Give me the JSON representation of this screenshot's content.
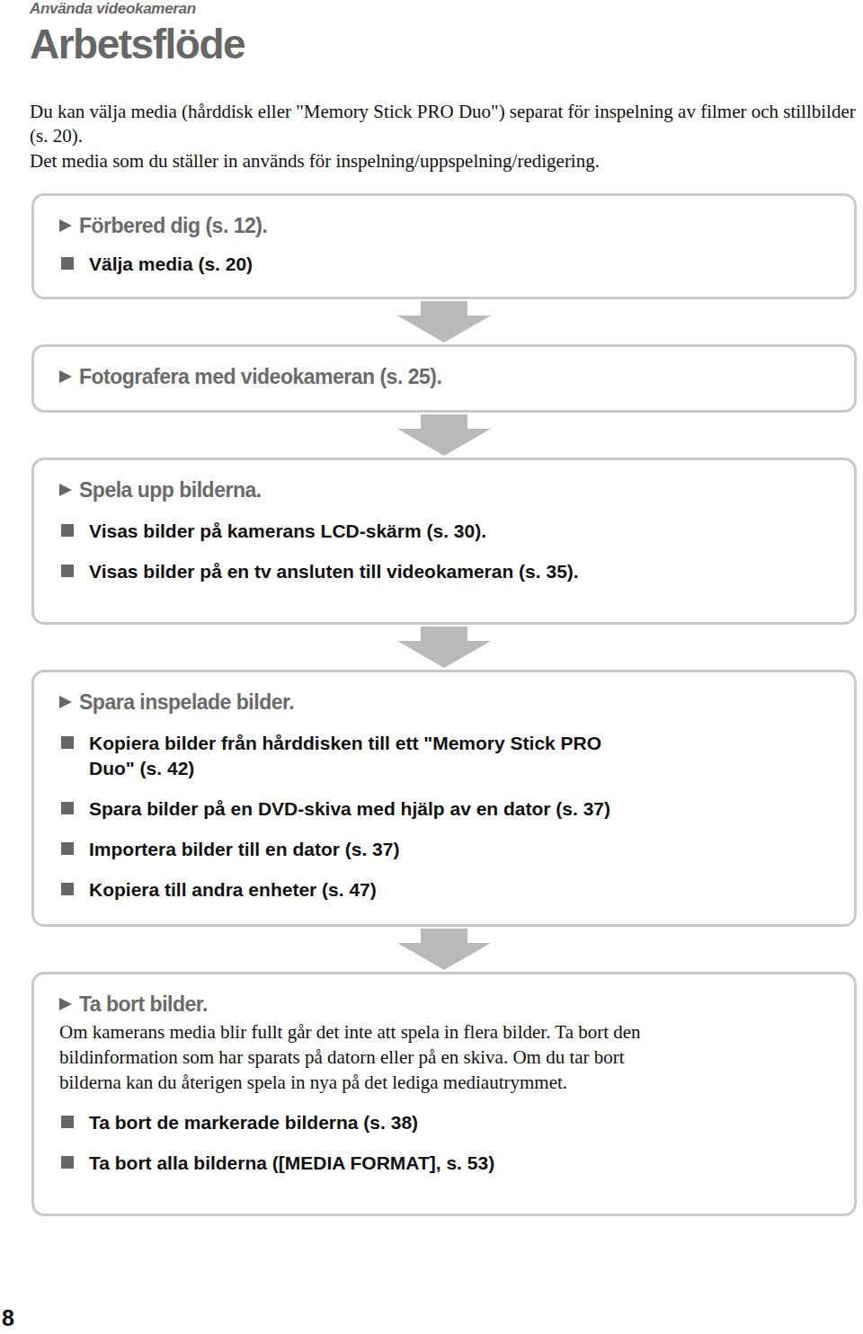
{
  "diagram": {
    "title": "Arbetsflöde",
    "nodes": [
      {
        "text": [
          "Förbered dig (s. 12).",
          "Välja media (s. 20)"
        ]
      },
      {
        "text": [
          "Fotografera med videokameran (s. 25)."
        ]
      },
      {
        "text": [
          "Spela upp bilderna.",
          "Visas bilder på kamerans LCD-skärm (s. 30).",
          "Visas bilder på en tv ansluten till videokameran (s. 35)."
        ]
      },
      {
        "text": [
          "Spara inspelade bilder.",
          "Kopiera bilder från hårddisken till ett \"Memory Stick PRO Duo\" (s. 42)",
          "Spara bilder på en DVD-skiva med hjälp av en dator (s. 37)",
          "Importera bilder till en dator (s. 37)",
          "Kopiera till andra enheter (s. 47)"
        ]
      },
      {
        "text": [
          "Ta bort bilder.",
          "Om kamerans media blir fullt går det inte att spela in flera bilder. Ta bort den bildinformation som har sparats på datorn eller på en skiva. Om du tar bort bilderna kan du återigen spela in nya på det lediga mediautrymmet.",
          "Ta bort de markerade bilderna (s. 38)",
          "Ta bort alla bilderna ([MEDIA FORMAT], s. 53)"
        ]
      }
    ],
    "edges": [
      {
        "from": 0,
        "to": 1,
        "arrow": "to"
      },
      {
        "from": 1,
        "to": 2,
        "arrow": "to"
      },
      {
        "from": 2,
        "to": 3,
        "arrow": "to"
      },
      {
        "from": 3,
        "to": 4,
        "arrow": "to"
      }
    ],
    "labels": [
      "Använda videokameran",
      "Du kan välja media (hårddisk eller \"Memory Stick PRO Duo\") separat för inspelning av filmer och stillbilder (s. 20).",
      "Det media som du ställer in används för inspelning/uppspelning/redigering.",
      "8"
    ]
  }
}
